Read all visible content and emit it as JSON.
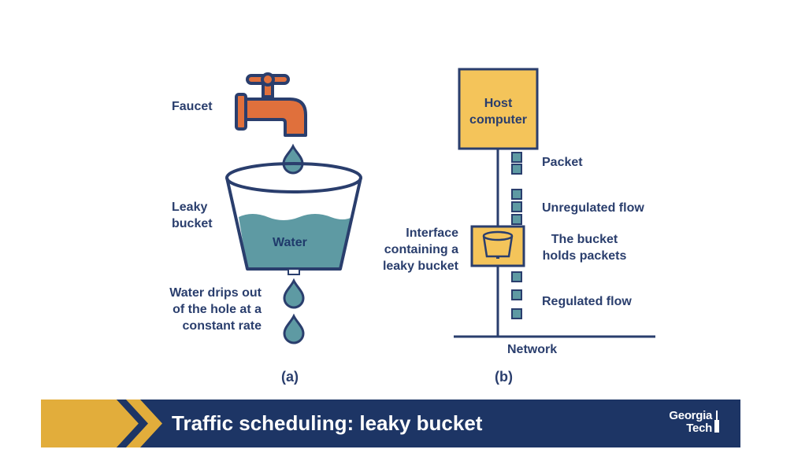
{
  "diagram_a": {
    "faucet": "Faucet",
    "bucket": [
      "Leaky",
      "bucket"
    ],
    "water": "Water",
    "drips": [
      "Water drips out",
      "of the hole at a",
      "constant rate"
    ],
    "caption": "(a)"
  },
  "diagram_b": {
    "host": [
      "Host",
      "computer"
    ],
    "packet": "Packet",
    "unregulated": "Unregulated flow",
    "interface": [
      "Interface",
      "containing a",
      "leaky bucket"
    ],
    "bucket_holds": [
      "The bucket",
      "holds packets"
    ],
    "regulated": "Regulated flow",
    "network": "Network",
    "caption": "(b)"
  },
  "banner": {
    "title": "Traffic scheduling: leaky bucket",
    "logo": [
      "Georgia",
      "Tech"
    ]
  },
  "colors": {
    "navy": "#1d3565",
    "gold": "#e2ad3b",
    "host_fill": "#f4c45a",
    "water": "#5e9aa3",
    "faucet": "#e0703c",
    "packet": "#5e9aa3"
  }
}
